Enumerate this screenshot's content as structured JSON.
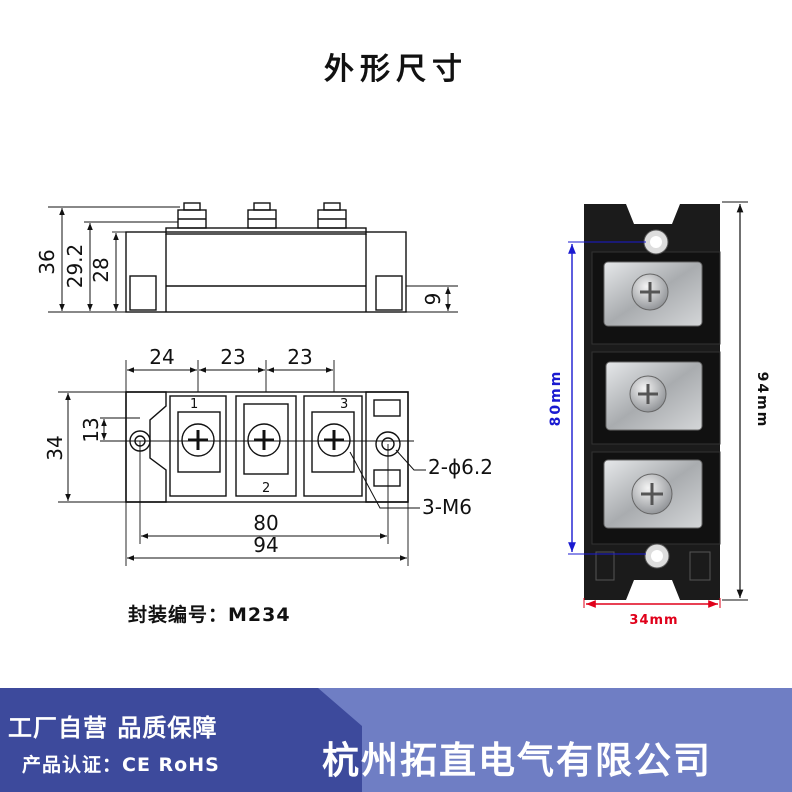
{
  "title": "外形尺寸",
  "side_view": {
    "dims": {
      "overall": "36",
      "screw_top": "29.2",
      "body": "28",
      "base": "9"
    }
  },
  "top_view": {
    "dims": {
      "pitch1": "24",
      "pitch2": "23",
      "pitch3": "23",
      "height": "34",
      "center": "13",
      "hole_span": "80",
      "length": "94"
    },
    "terminals": [
      "1",
      "2",
      "3"
    ],
    "notes": {
      "holes": "2-ϕ6.2",
      "screws": "3-M6"
    }
  },
  "photo": {
    "height_label": "94mm",
    "hole_label": "80mm",
    "width_label": "34mm"
  },
  "package": {
    "label": "封装编号：",
    "code": "M234"
  },
  "banner": {
    "line1": "工厂自营 品质保障",
    "line2": "产品认证：CE RoHS",
    "company": "杭州拓直电气有限公司",
    "colors": {
      "left": "#3d4a9c",
      "right": "#6f7ec4"
    }
  },
  "colors": {
    "blue_dim": "#1a1ad0",
    "red_dim": "#e0001a",
    "module_body": "#1b1b1b",
    "terminal": "#b9bcbf"
  }
}
